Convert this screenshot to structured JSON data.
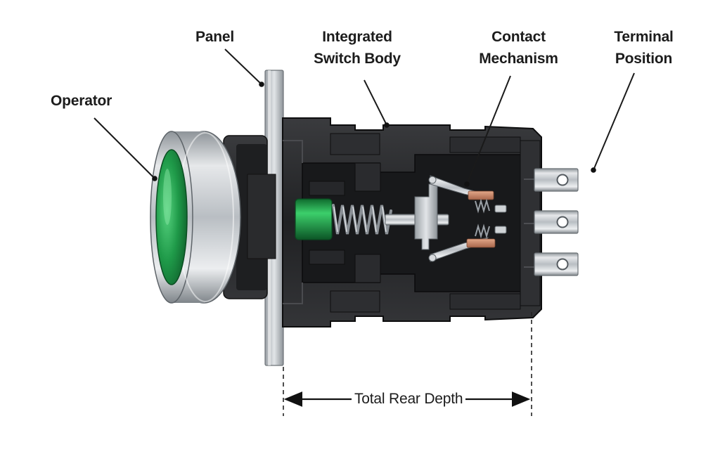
{
  "diagram": {
    "labels": {
      "operator": "Operator",
      "panel": "Panel",
      "switch_body_line1": "Integrated",
      "switch_body_line2": "Switch Body",
      "contact_line1": "Contact",
      "contact_line2": "Mechanism",
      "terminal_line1": "Terminal",
      "terminal_line2": "Position",
      "total_rear_depth": "Total Rear Depth"
    },
    "colors": {
      "operator_green": "#1f9a49",
      "bezel_metal": "#c9cdd1",
      "housing": "#2a2b2d",
      "spring_metal": "#9aa0a6",
      "contact_copper": "#c9876a",
      "terminal_metal": "#c4c8cc",
      "leader_line": "#1a1a1a"
    }
  }
}
